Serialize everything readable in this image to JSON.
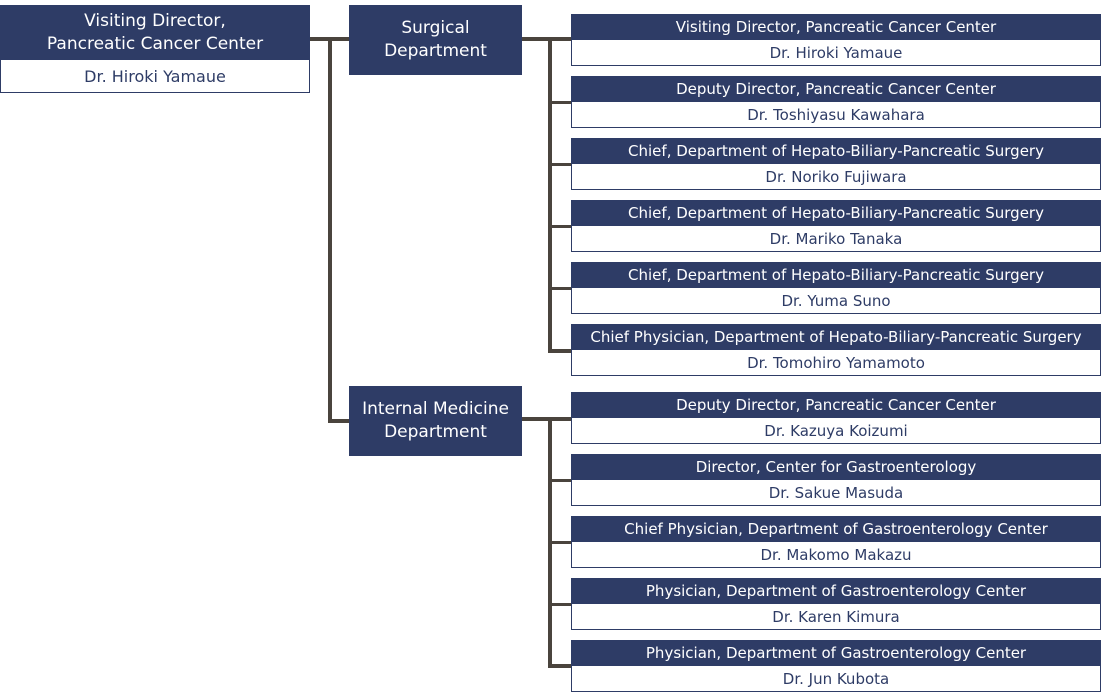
{
  "root": {
    "title": "Visiting Director,\nPancreatic Cancer Center",
    "name": "Dr. Hiroki Yamaue"
  },
  "departments": [
    {
      "label": "Surgical\nDepartment",
      "members": [
        {
          "title": "Visiting Director, Pancreatic Cancer Center",
          "name": "Dr. Hiroki Yamaue"
        },
        {
          "title": "Deputy Director, Pancreatic Cancer Center",
          "name": "Dr. Toshiyasu Kawahara"
        },
        {
          "title": "Chief, Department of Hepato-Biliary-Pancreatic Surgery",
          "name": "Dr. Noriko Fujiwara"
        },
        {
          "title": "Chief, Department of Hepato-Biliary-Pancreatic Surgery",
          "name": "Dr. Mariko Tanaka"
        },
        {
          "title": "Chief, Department of Hepato-Biliary-Pancreatic Surgery",
          "name": "Dr. Yuma Suno"
        },
        {
          "title": "Chief Physician, Department of Hepato-Biliary-Pancreatic Surgery",
          "name": "Dr. Tomohiro Yamamoto"
        }
      ]
    },
    {
      "label": "Internal Medicine\nDepartment",
      "members": [
        {
          "title": "Deputy Director, Pancreatic Cancer Center",
          "name": "Dr. Kazuya Koizumi"
        },
        {
          "title": "Director, Center for Gastroenterology",
          "name": "Dr. Sakue Masuda"
        },
        {
          "title": "Chief Physician, Department of Gastroenterology Center",
          "name": "Dr. Makomo Makazu"
        },
        {
          "title": "Physician, Department of Gastroenterology Center",
          "name": "Dr. Karen Kimura"
        },
        {
          "title": "Physician, Department of Gastroenterology Center",
          "name": "Dr. Jun Kubota"
        }
      ]
    }
  ]
}
